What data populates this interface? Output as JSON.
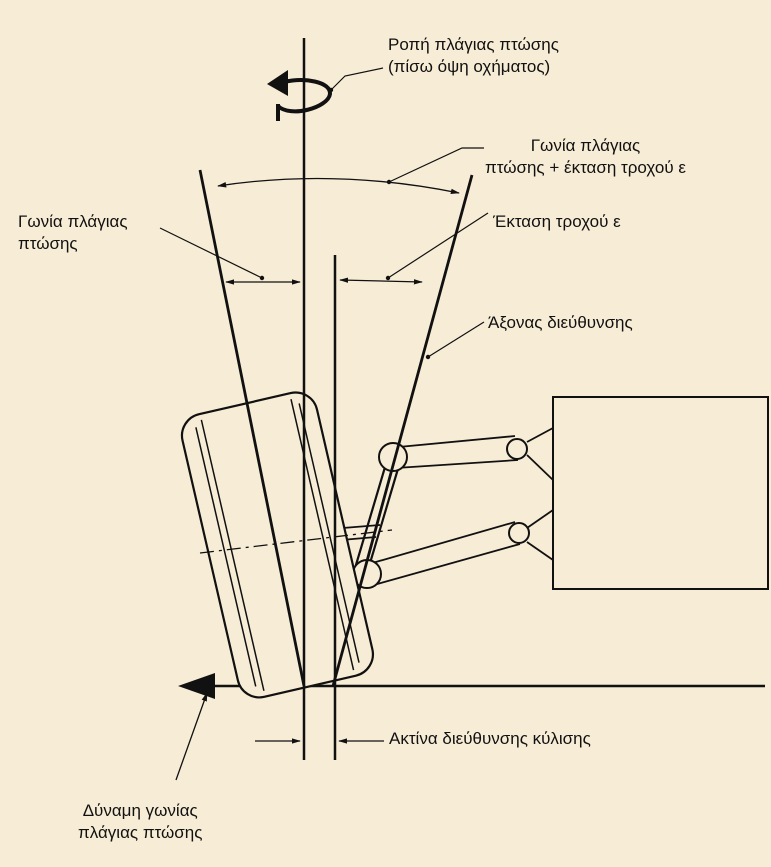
{
  "labels": {
    "camber_moment": [
      "Ροπή   πλάγιας   πτώσης",
      "(πίσω όψη οχήματος)"
    ],
    "camber_plus_inclination": [
      "Γωνία πλάγιας",
      "πτώσης + έκταση τροχού  ε"
    ],
    "camber_angle": [
      "Γωνία πλάγιας",
      "πτώσης"
    ],
    "wheel_inclination": "Έκταση τροχού  ε",
    "steering_axis": "Άξονας διεύθυνσης",
    "scrub_radius": "Ακτίνα διεύθυνσης κύλισης",
    "camber_force": [
      "Δύναμη γωνίας",
      "πλάγιας πτώσης"
    ]
  },
  "colors": {
    "background": "#f7ecd6",
    "line": "#111111"
  }
}
